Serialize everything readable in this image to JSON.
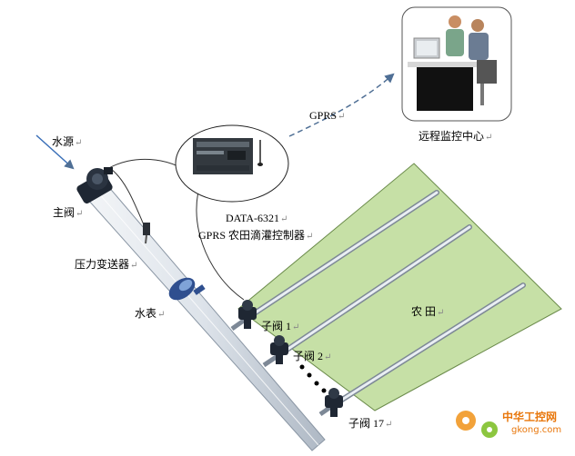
{
  "labels": {
    "water_source": "水源",
    "main_valve": "主阀",
    "pressure_transmitter": "压力变送器",
    "water_meter": "水表",
    "gprs": "GPRS",
    "remote_center": "远程监控中心",
    "controller_model": "DATA-6321",
    "controller_name": "GPRS 农田滴灌控制器",
    "farmland": "农 田",
    "sub_valve_1": "子阀 1",
    "sub_valve_2": "子阀 2",
    "sub_valve_17": "子阀 17",
    "paragraph_mark": "↵"
  },
  "watermark": {
    "text": "中华工控网",
    "url": "gkong.com"
  },
  "colors": {
    "field_fill": "#c6e0a6",
    "field_stroke": "#6a8a4a",
    "pipe_fill": "#dde3ea",
    "arrow_blue": "#4f6f95",
    "watermark_orange": "#e8760a"
  }
}
